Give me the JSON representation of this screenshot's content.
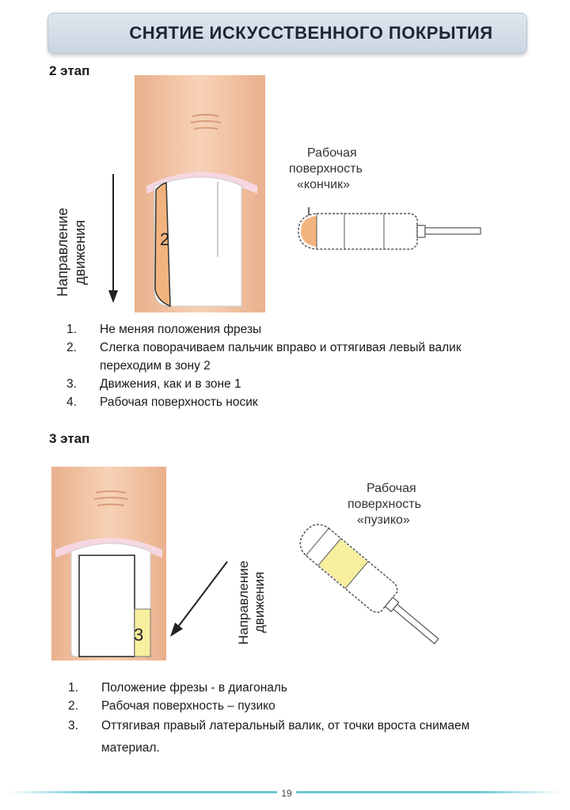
{
  "header": {
    "title": "СНЯТИЕ ИСКУССТВЕННОГО ПОКРЫТИЯ"
  },
  "stage2": {
    "heading": "2 этап",
    "direction_line1": "Направление",
    "direction_line2": "движения",
    "zone_number": "2",
    "surface_line1": "Рабочая",
    "surface_line2": "поверхность",
    "surface_line3": "«кончик»",
    "steps": [
      {
        "num": "1.",
        "text": "Не меняя положения фрезы"
      },
      {
        "num": "2.",
        "text": "Слегка поворачиваем пальчик вправо и оттягивая левый валик переходим в зону 2"
      },
      {
        "num": "3.",
        "text": "Движения, как и в зоне 1"
      },
      {
        "num": "4.",
        "text": "Рабочая поверхность носик"
      }
    ]
  },
  "stage3": {
    "heading": "3 этап",
    "direction_line1": "Направление",
    "direction_line2": "движения",
    "zone_number": "3",
    "surface_line1": "Рабочая",
    "surface_line2": "поверхность",
    "surface_line3": "«пузико»",
    "steps": [
      {
        "num": "1.",
        "text": "Положение фрезы - в диагональ"
      },
      {
        "num": "2.",
        "text": "Рабочая поверхность – пузико"
      },
      {
        "num": "3.",
        "text": "Оттягивая правый латеральный валик, от точки вроста снимаем материал."
      }
    ]
  },
  "footer": {
    "page_number": "19"
  },
  "colors": {
    "skin": "#f3c7a6",
    "zone2": "#f2b47e",
    "zone3": "#f7ef9e",
    "banner": "#d3dde6",
    "footer_line": "#6cc8d6"
  }
}
